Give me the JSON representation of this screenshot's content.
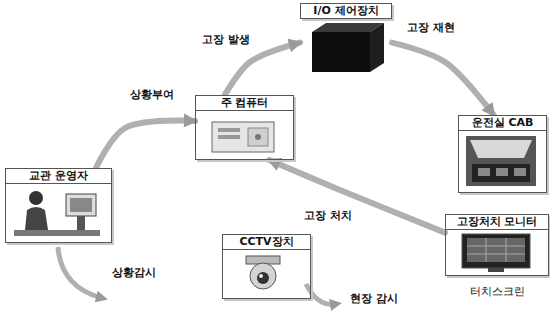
{
  "diagram": {
    "nodes": [
      {
        "text": [
          "I/O 제어장치"
        ]
      },
      {
        "text": [
          "주 컴퓨터"
        ]
      },
      {
        "text": [
          "운전실 CAB"
        ]
      },
      {
        "text": [
          "교관 운영자"
        ]
      },
      {
        "text": [
          "고장처치 모니터",
          "터치스크린"
        ]
      },
      {
        "text": [
          "CCTV장치"
        ]
      }
    ],
    "edges": [
      {
        "from": 3,
        "to": 1,
        "label": "상황부여",
        "arrow": "to"
      },
      {
        "from": 1,
        "to": 0,
        "label": "고장 발생",
        "arrow": "to"
      },
      {
        "from": 0,
        "to": 2,
        "label": "고장 재현",
        "arrow": "to"
      },
      {
        "from": 4,
        "to": 1,
        "label": "고장 처치",
        "arrow": "to"
      }
    ],
    "labels": [
      "상황감시",
      "현장 감시"
    ]
  }
}
